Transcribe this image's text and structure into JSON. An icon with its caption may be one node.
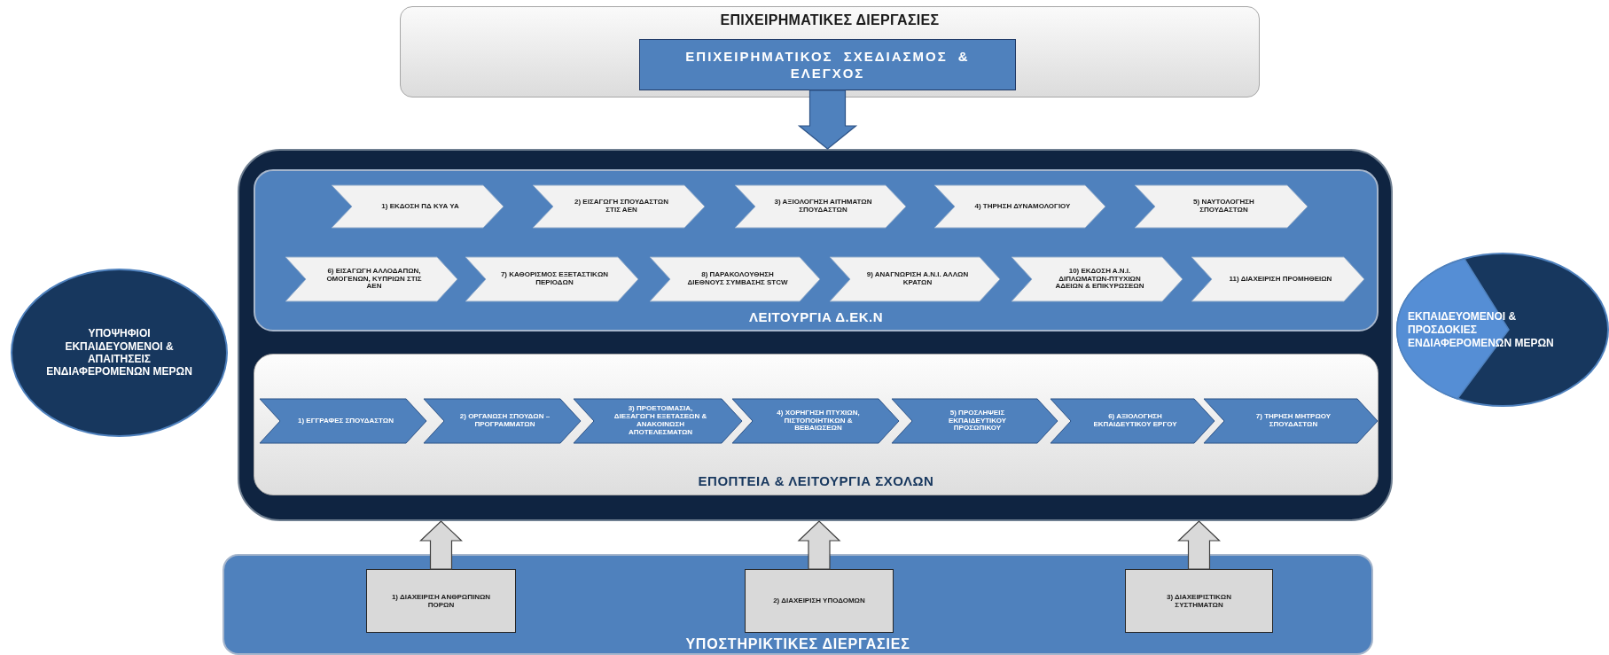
{
  "diagram": {
    "nodes": [
      {
        "text": [
          "ΕΠΙΧΕΙΡΗΜΑΤΙΚΕΣ ΔΙΕΡΓΑΣΙΕΣ"
        ]
      },
      {
        "text": [
          "ΕΠΙΧΕΙΡΗΜΑΤΙΚΟΣ ΣΧΕΔΙΑΣΜΟΣ & ΕΛΕΓΧΟΣ"
        ],
        "in": 0
      },
      {
        "text": [
          "ΥΠΟΨΗΦΙΟΙ ΕΚΠΑΙΔΕΥΟΜΕΝΟΙ & ΑΠΑΙΤΗΣΕΙΣ ΕΝΔΙΑΦΕΡΟΜΕΝΩΝ ΜΕΡΩΝ"
        ]
      },
      {
        "text": [],
        "shape": "box"
      },
      {
        "text": [
          "ΛΕΙΤΟΥΡΓΙΑ Δ.ΕΚ.Ν"
        ],
        "in": 3
      },
      {
        "text": [
          "1) ΕΚΔΟΣΗ ΠΔ ΚΥΑ ΥΑ"
        ],
        "in": 4
      },
      {
        "text": [
          "2) ΕΙΣΑΓΩΓΗ ΣΠΟΥΔΑΣΤΩΝ ΣΤΙΣ ΑΕΝ"
        ],
        "in": 4
      },
      {
        "text": [
          "3) ΑΞΙΟΛΟΓΗΣΗ ΑΙΤΗΜΑΤΩΝ ΣΠΟΥΔΑΣΤΩΝ"
        ],
        "in": 4
      },
      {
        "text": [
          "4) ΤΗΡΗΣΗ ΔΥΝΑΜΟΛΟΓΙΟΥ"
        ],
        "in": 4
      },
      {
        "text": [
          "5) ΝΑΥΤΟΛΟΓΗΣΗ ΣΠΟΥΔΑΣΤΩΝ"
        ],
        "in": 4
      },
      {
        "text": [
          "6) ΕΙΣΑΓΩΓΗ ΑΛΛΟΔΑΠΩΝ, ΟΜΟΓΕΝΩΝ, ΚΥΠΡΙΩΝ ΣΤΙΣ ΑΕΝ"
        ],
        "in": 4
      },
      {
        "text": [
          "7) ΚΑΘΟΡΙΣΜΟΣ ΕΞΕΤΑΣΤΙΚΩΝ ΠΕΡΙΟΔΩΝ"
        ],
        "in": 4
      },
      {
        "text": [
          "8) ΠΑΡΑΚΟΛΟΥΘΗΣΗ ΔΙΕΘΝΟΥΣ ΣΥΜΒΑΣΗΣ STCW"
        ],
        "in": 4
      },
      {
        "text": [
          "9) ΑΝΑΓΝΩΡΙΣΗ Α.Ν.Ι. ΑΛΛΩΝ ΚΡΑΤΩΝ"
        ],
        "in": 4
      },
      {
        "text": [
          "10) ΕΚΔΟΣΗ Α.Ν.Ι. ΔΙΠΛΩΜΑΤΩΝ-ΠΤΥΧΙΩΝ ΑΔΕΙΩΝ & ΕΠΙΚΥΡΩΣΕΩΝ"
        ],
        "in": 4
      },
      {
        "text": [
          "11) ΔΙΑΧΕΙΡΙΣΗ ΠΡΟΜΗΘΕΙΩΝ"
        ],
        "in": 4
      },
      {
        "text": [
          "ΕΠΟΠΤΕΙΑ & ΛΕΙΤΟΥΡΓΙΑ ΣΧΟΛΩΝ"
        ],
        "in": 3
      },
      {
        "text": [
          "1) ΕΓΓΡΑΦΕΣ ΣΠΟΥΔΑΣΤΩΝ"
        ],
        "in": 16
      },
      {
        "text": [
          "2) ΟΡΓΑΝΩΣΗ ΣΠΟΥΔΩΝ – ΠΡΟΓΡΑΜΜΑΤΩΝ"
        ],
        "in": 16
      },
      {
        "text": [
          "3) ΠΡΟΕΤΟΙΜΑΣΙΑ, ΔΙΕΞΑΓΩΓΗ ΕΞΕΤΑΣΕΩΝ & ΑΝΑΚΟΙΝΩΣΗ ΑΠΟΤΕΛΕΣΜΑΤΩΝ"
        ],
        "in": 16
      },
      {
        "text": [
          "4) ΧΟΡΗΓΗΣΗ ΠΤΥΧΙΩΝ, ΠΙΣΤΟΠΟΙΗΤΙΚΩΝ & ΒΕΒΑΙΩΣΕΩΝ"
        ],
        "in": 16
      },
      {
        "text": [
          "5) ΠΡΟΣΛΗΨΕΙΣ ΕΚΠΑΙΔΕΥΤΙΚΟΥ ΠΡΟΣΩΠΙΚΟΥ"
        ],
        "in": 16
      },
      {
        "text": [
          "6) ΑΞΙΟΛΟΓΗΣΗ ΕΚΠΑΙΔΕΥΤΙΚΟΥ ΕΡΓΟΥ"
        ],
        "in": 16
      },
      {
        "text": [
          "7) ΤΗΡΗΣΗ ΜΗΤΡΩΟΥ ΣΠΟΥΔΑΣΤΩΝ"
        ],
        "in": 16
      },
      {
        "text": [
          "ΕΚΠΑΙΔΕΥΟΜΕΝΟΙ & ΠΡΟΣΔΟΚΙΕΣ ΕΝΔΙΑΦΕΡΟΜΕΝΩΝ ΜΕΡΩΝ"
        ]
      },
      {
        "text": [
          "ΥΠΟΣΤΗΡΙΚΤΙΚΕΣ ΔΙΕΡΓΑΣΙΕΣ"
        ]
      },
      {
        "text": [
          "1) ΔΙΑΧΕΙΡΙΣΗ ΑΝΘΡΩΠΙΝΩΝ ΠΟΡΩΝ"
        ],
        "in": 25
      },
      {
        "text": [
          "2) ΔΙΑΧΕΙΡΙΣΗ ΥΠΟΔΟΜΩΝ"
        ],
        "in": 25
      },
      {
        "text": [
          "3) ΔΙΑΧΕΙΡΙΣΤΙΚΩΝ ΣΥΣΤΗΜΑΤΩΝ"
        ],
        "in": 25
      }
    ],
    "edges": [
      {
        "from": 1,
        "to": 3,
        "arrow": "to",
        "style": "thick",
        "color": "#4f81bd"
      },
      {
        "from": 26,
        "to": 3,
        "arrow": "to",
        "style": "thick"
      },
      {
        "from": 27,
        "to": 3,
        "arrow": "to",
        "style": "thick"
      },
      {
        "from": 28,
        "to": 3,
        "arrow": "to",
        "style": "thick"
      }
    ]
  }
}
